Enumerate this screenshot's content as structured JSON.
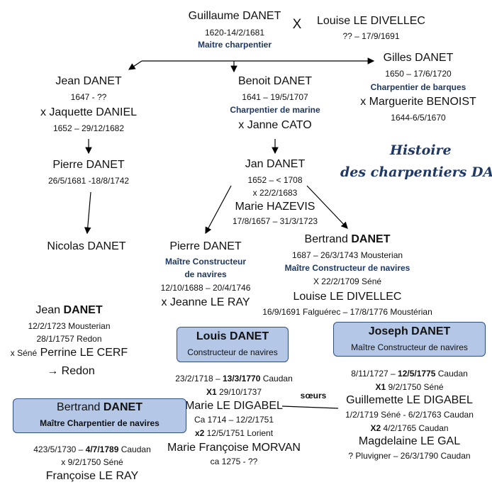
{
  "title": {
    "line1": "Histoire",
    "line2": "des charpentiers DANET"
  },
  "guillaume": {
    "name": "Guillaume DANET",
    "dates": "1620-14/2/1681",
    "role": "Maitre charpentier"
  },
  "marriage_x": "X",
  "louise1": {
    "name": "Louise LE DIVELLEC",
    "dates": "?? – 17/9/1691"
  },
  "gilles": {
    "name": "Gilles DANET",
    "dates": "1650 – 17/6/1720",
    "role": "Charpentier de barques",
    "spouse": "x Marguerite BENOIST",
    "spouse_dates": "1644-6/5/1670"
  },
  "jean1": {
    "name": "Jean DANET",
    "dates": "1647 - ??",
    "spouse": "x Jaquette DANIEL",
    "spouse_dates": "1652 – 29/12/1682"
  },
  "benoit": {
    "name": "Benoit DANET",
    "dates": "1641 – 19/5/1707",
    "role": "Charpentier de marine",
    "spouse": "x Janne CATO"
  },
  "pierre1": {
    "name": "Pierre DANET",
    "dates": "26/5/1681 -18/8/1742"
  },
  "nicolas": {
    "name": "Nicolas DANET"
  },
  "jan": {
    "name": "Jan DANET",
    "dates": "1652 – < 1708",
    "marriage": "x 22/2/1683",
    "spouse": "Marie HAZEVIS",
    "spouse_dates": "17/8/1657 – 31/3/1723"
  },
  "pierre2": {
    "name": "Pierre DANET",
    "role1": "Maître Constructeur",
    "role2": "de navires",
    "dates": "12/10/1688 – 20/4/1746",
    "spouse": "x Jeanne LE RAY"
  },
  "bertrand1": {
    "name_first": "Bertrand",
    "name_last": "DANET",
    "dates": "1687 – 26/3/1743 Mousterian",
    "role": "Maître Constructeur de navires",
    "marriage": "X 22/2/1709 Séné",
    "spouse": "Louise LE DIVELLEC",
    "spouse_dates": "16/9/1691 Falguérec – 17/8/1776 Moustérian"
  },
  "jean2": {
    "name_first": "Jean",
    "name_last": "DANET",
    "dates": "12/2/1723 Mousterian",
    "death": "28/1/1757 Redon",
    "spouse_prefix": "x Séné",
    "spouse": "Perrine LE CERF",
    "arrow": "→",
    "place": "Redon"
  },
  "louis": {
    "name": "Louis DANET",
    "role": "Constructeur de navires",
    "dates_prefix": "23/2/1718 – ",
    "dates_death": "13/3/1770",
    "dates_place": " Caudan",
    "x1_label": "X1",
    "x1_date": " 29/10/1737",
    "spouse1": "Marie LE DIGABEL",
    "spouse1_dates": "Ca 1714 – 12/2/1751",
    "x2_label": "x2",
    "x2_date": " 12/5/1751 Lorient",
    "spouse2": "Marie Françoise MORVAN",
    "spouse2_dates": "ca 1275 - ??"
  },
  "soeurs": "sœurs",
  "joseph": {
    "name": "Joseph DANET",
    "role": "Maître Constructeur de navires",
    "dates_prefix": "8/11/1727 – ",
    "dates_death": "12/5/1775",
    "dates_place": " Caudan",
    "x1_label": "X1",
    "x1_date": " 9/2/1750 Séné",
    "spouse1": "Guillemette LE DIGABEL",
    "spouse1_dates": "1/2/1719 Séné - 6/2/1763 Caudan",
    "x2_label": "X2",
    "x2_date": " 4/2/1765 Caudan",
    "spouse2": "Magdelaine LE GAL",
    "spouse2_dates": "? Pluvigner – 26/3/1790 Caudan"
  },
  "bertrand2": {
    "name_first": "Bertrand",
    "name_last": "DANET",
    "role": "Maître Charpentier de navires",
    "dates_prefix": "423/5/1730 – ",
    "dates_death": "4/7/1789",
    "dates_place": " Caudan",
    "marriage": "x 9/2/1750 Séné",
    "spouse": "Françoise LE RAY"
  },
  "colors": {
    "box_fill": "#b4c7e7",
    "box_border": "#2f4f7f",
    "role_text": "#1f3864"
  }
}
